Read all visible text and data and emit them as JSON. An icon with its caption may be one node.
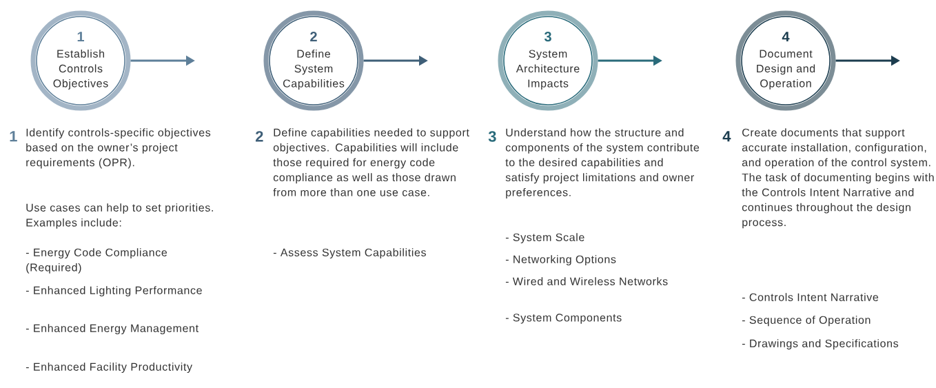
{
  "diagram": {
    "nodes": [
      {
        "text": [
          "1",
          "Establish Controls Objectives"
        ]
      },
      {
        "text": [
          "2",
          "Define System Capabilities"
        ]
      },
      {
        "text": [
          "3",
          "System Architecture Impacts"
        ]
      },
      {
        "text": [
          "4",
          "Document Design and Operation"
        ]
      }
    ],
    "edges": [
      {
        "from": 0,
        "to": null,
        "arrow": "to",
        "color": "#5e7f99"
      },
      {
        "from": 1,
        "to": null,
        "arrow": "to",
        "color": "#3f5f78"
      },
      {
        "from": 2,
        "to": null,
        "arrow": "to",
        "color": "#2a6b7b"
      },
      {
        "from": 3,
        "to": null,
        "arrow": "to",
        "color": "#1c3d4f"
      }
    ],
    "labels": [
      "1",
      "Identify controls-specific objectives based on the owner’s project requirements (OPR).",
      "Use cases can help to set priorities. Examples include:",
      "- Energy Code Compliance (Required)",
      "- Enhanced Lighting Performance",
      "- Enhanced Energy Management",
      "- Enhanced Facility Productivity",
      "2",
      "Define capabilities needed to support objectives. Capabilities will include those required for energy code compliance as well as those drawn from more than one use case.",
      "- Assess System Capabilities",
      "3",
      "Understand how the structure and components of the system contribute to the desired capabilities and satisfy project limitations and owner preferences.",
      "- System Scale",
      "- Networking Options",
      "- Wired and Wireless Networks",
      "- System Components",
      "4",
      "Create documents that support accurate installation, configuration, and operation of the control system. The task of documenting begins with the Controls Intent Narrative and continues throughout the design process.",
      "- Controls Intent Narrative",
      "- Sequence of Operation",
      "- Drawings and Specifications"
    ]
  }
}
